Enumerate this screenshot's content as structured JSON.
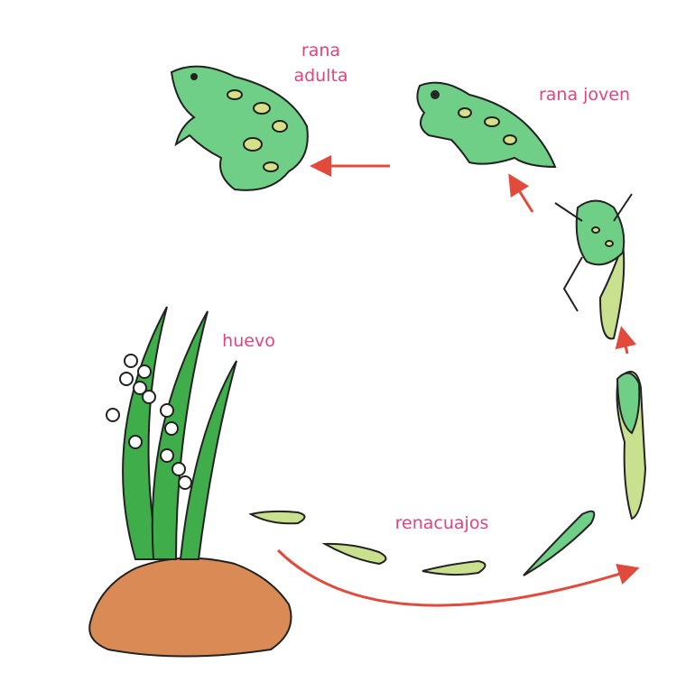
{
  "labels": {
    "adult_frog_line1": "rana",
    "adult_frog_line2": "adulta",
    "young_frog": "rana joven",
    "egg": "huevo",
    "tadpoles": "renacuajos"
  },
  "colors": {
    "label": "#e0457f",
    "arrow": "#e24a3c",
    "frog": "#6fcf86",
    "spots": "#d6e08a",
    "plant": "#3fae4a",
    "rock": "#d98a55",
    "tadpole": "#c9e08e"
  }
}
